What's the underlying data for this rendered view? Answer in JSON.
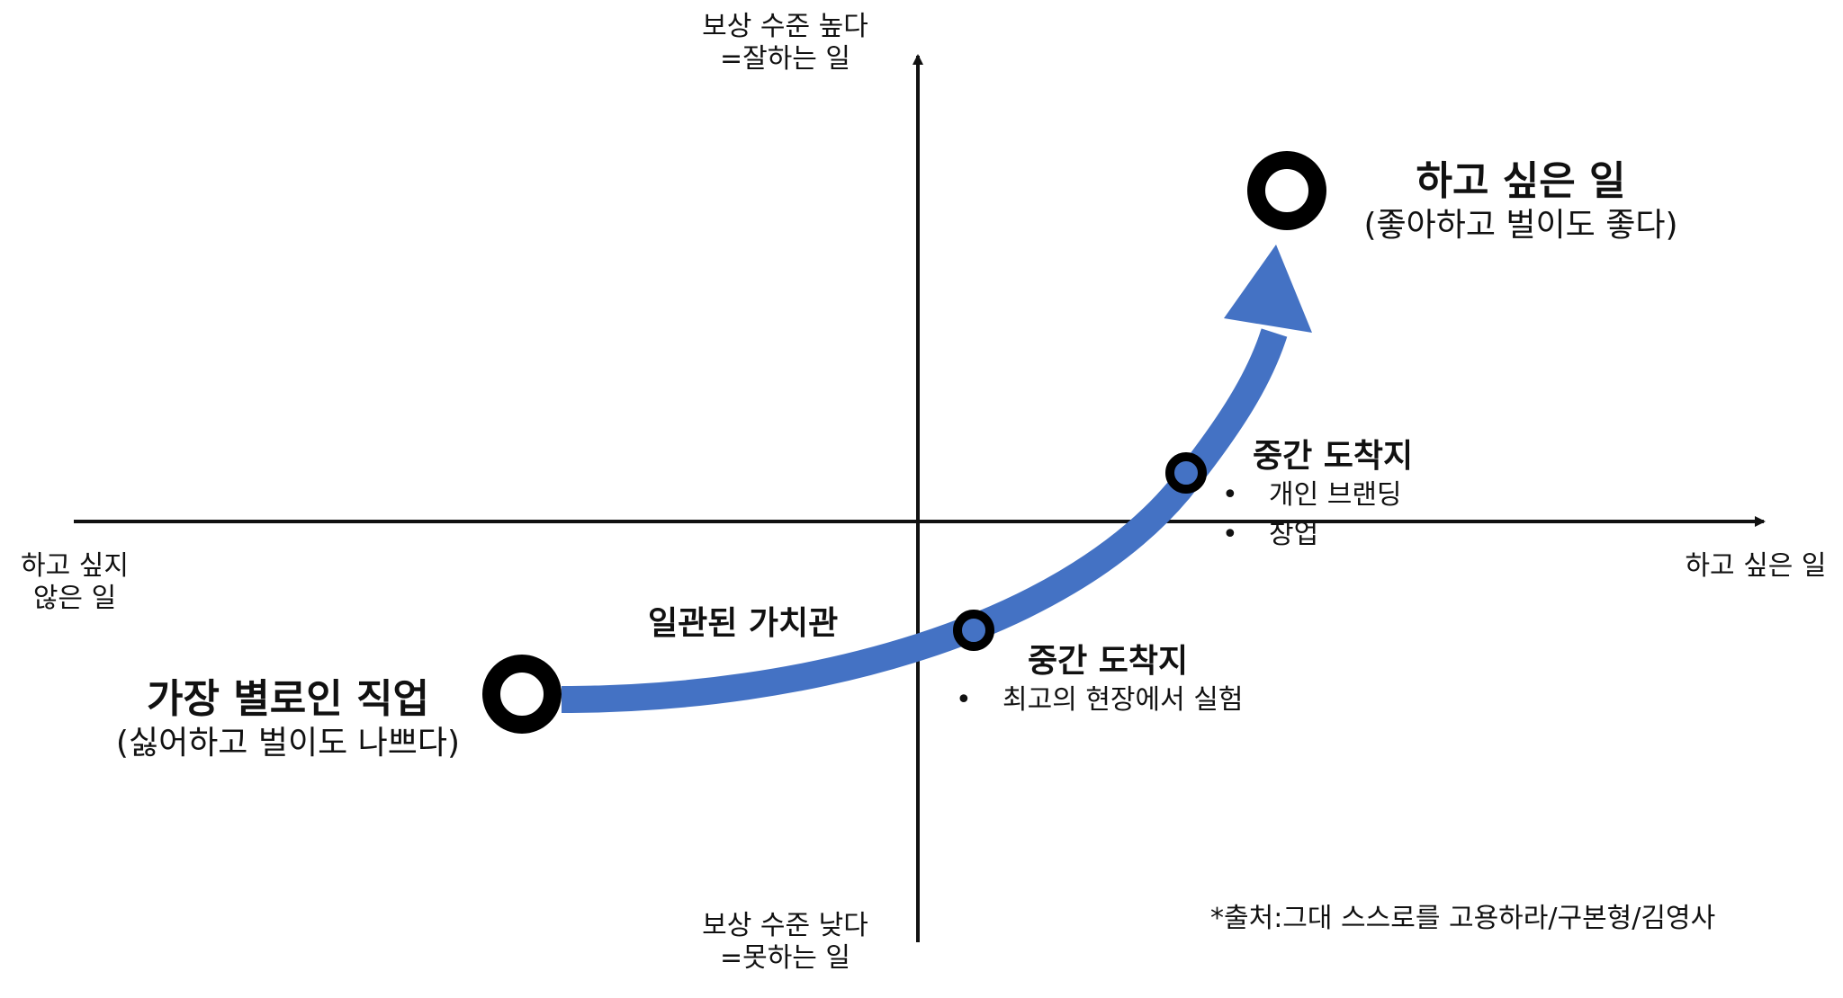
{
  "axes": {
    "top": {
      "line1": "보상 수준 높다",
      "line2": "=잘하는 일"
    },
    "bottom": {
      "line1": "보상 수준 낮다",
      "line2": "=못하는 일"
    },
    "left": {
      "line1": "하고 싶지",
      "line2": "않은 일"
    },
    "right": {
      "line1": "하고 싶은 일"
    }
  },
  "points": {
    "worst_job": {
      "title": "가장 별로인 직업",
      "subtitle": "(싫어하고 벌이도 나쁘다)"
    },
    "desired_job": {
      "title": "하고 싶은 일",
      "subtitle": "(좋아하고 벌이도 좋다)"
    },
    "midpoint_lower": {
      "title": "중간 도착지",
      "bullets": [
        "최고의 현장에서 실험"
      ]
    },
    "midpoint_upper": {
      "title": "중간 도착지",
      "bullets": [
        "개인 브랜딩",
        "창업"
      ]
    }
  },
  "path_label": "일관된 가치관",
  "source": "*출처:그대 스스로를 고용하라/구본형/김영사",
  "colors": {
    "arrow": "#4472C4",
    "axis": "#111111",
    "marker": "#000000"
  }
}
